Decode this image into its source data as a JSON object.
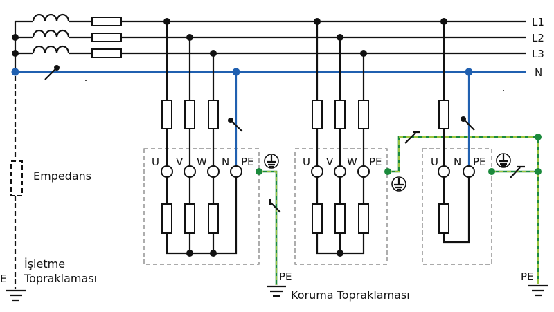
{
  "lines": {
    "l1": "L1",
    "l2": "L2",
    "l3": "L3",
    "n": "N"
  },
  "labels": {
    "impedance": "Empedans",
    "operating_earth_1": "İşletme",
    "operating_earth_2": "Topraklaması",
    "e": "E",
    "protective_earth": "Koruma Topraklaması",
    "pe": "PE"
  },
  "box1": {
    "terminals": [
      "U",
      "V",
      "W",
      "N",
      "PE"
    ]
  },
  "box2": {
    "terminals": [
      "U",
      "V",
      "W",
      "PE"
    ]
  },
  "box3": {
    "terminals": [
      "U",
      "N",
      "PE"
    ]
  },
  "colors": {
    "neutral": "#2060b0",
    "pe_green": "#1b8a3c",
    "pe_yellow": "#e8e840"
  }
}
